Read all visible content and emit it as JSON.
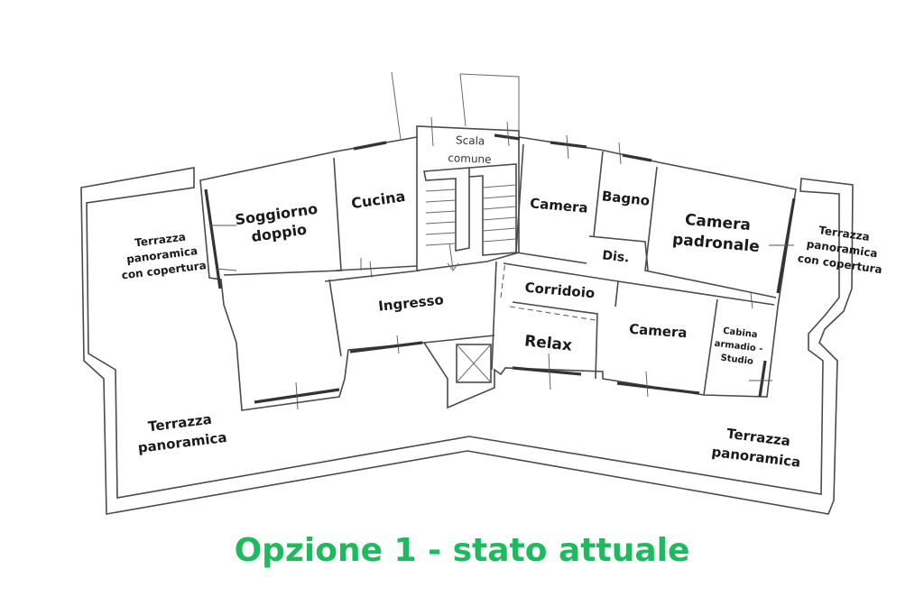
{
  "caption": "Opzione 1 - stato attuale",
  "colors": {
    "caption": "#1fba5e",
    "walls": "#4a4a4a"
  },
  "rooms": {
    "scala": [
      "Scala",
      "comune"
    ],
    "soggiorno": [
      "Soggiorno",
      "doppio"
    ],
    "cucina": [
      "Cucina"
    ],
    "terrazza_copertura_left": [
      "Terrazza",
      "panoramica",
      "con copertura"
    ],
    "ingresso": [
      "Ingresso"
    ],
    "camera_1": [
      "Camera"
    ],
    "bagno": [
      "Bagno"
    ],
    "dis": [
      "Dis."
    ],
    "camera_padronale": [
      "Camera",
      "padronale"
    ],
    "terrazza_copertura_right": [
      "Terrazza",
      "panoramica",
      "con copertura"
    ],
    "corridoio": [
      "Corridoio"
    ],
    "relax": [
      "Relax"
    ],
    "camera_2": [
      "Camera"
    ],
    "cabina": [
      "Cabina",
      "armadio -",
      "Studio"
    ],
    "terrazza_left": [
      "Terrazza",
      "panoramica"
    ],
    "terrazza_right": [
      "Terrazza",
      "panoramica"
    ]
  }
}
